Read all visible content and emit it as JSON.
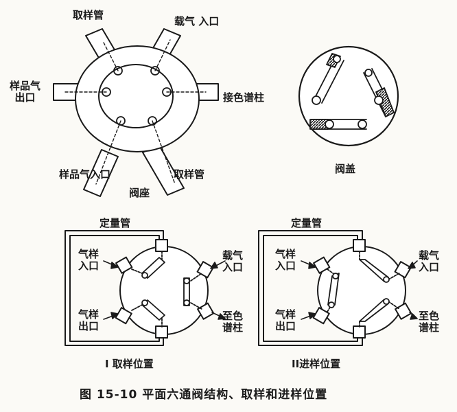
{
  "caption": "图 15-10   平面六通阀结构、取样和进样位置",
  "valve_seat": {
    "title": "阀座",
    "labels": {
      "sample_tube_top": "取样管",
      "carrier_inlet": "载气 入口",
      "sample_outlet": "样品气\n出口",
      "to_column": "接色谱柱",
      "sample_inlet": "样品气入口",
      "sample_tube_bottom": "取样管"
    }
  },
  "valve_cover": {
    "title": "阀盖"
  },
  "position_1": {
    "title": "I  取样位置",
    "loop": "定量管",
    "gas_inlet": "气样\n入口",
    "gas_outlet": "气样\n出口",
    "carrier_inlet": "载气\n入口",
    "to_column": "至色\n谱柱"
  },
  "position_2": {
    "title": "II进样位置",
    "loop": "定量管",
    "gas_inlet": "气样\n入口",
    "gas_outlet": "气样\n出口",
    "carrier_inlet": "载气\n入口",
    "to_column": "至色\n谱柱"
  },
  "colors": {
    "ink": "#1a1a1a",
    "paper": "#fbfaf6"
  }
}
